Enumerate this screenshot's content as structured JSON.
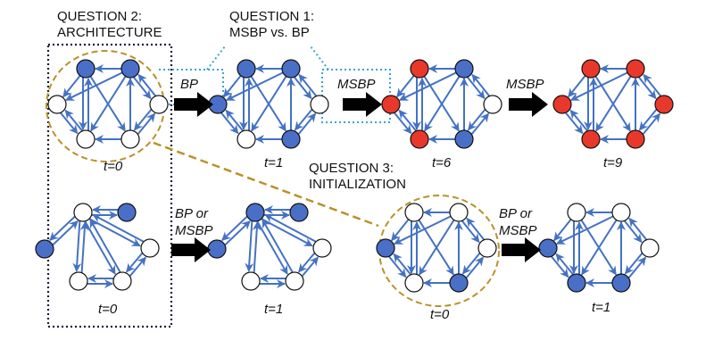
{
  "colors": {
    "edge": "#4472c4",
    "blue_node": "#4a6fc7",
    "red_node": "#e8382b",
    "white_node": "#ffffff",
    "node_stroke": "#111111",
    "arrow": "#000000",
    "gold_dash": "#b8922a",
    "cyan_dot": "#3aa3d9",
    "navy_dot": "#1a1f3a"
  },
  "questions": [
    {
      "line1": "QUESTION 2:",
      "line2": "ARCHITECTURE"
    },
    {
      "line1": "QUESTION 1:",
      "line2": "MSBP vs. BP"
    },
    {
      "line1": "QUESTION 3:",
      "line2": "INITIALIZATION"
    }
  ],
  "arrows": [
    {
      "line1": "BP",
      "line2": ""
    },
    {
      "line1": "MSBP",
      "line2": ""
    },
    {
      "line1": "MSBP",
      "line2": ""
    },
    {
      "line1": "BP or",
      "line2": "MSBP"
    },
    {
      "line1": "BP or",
      "line2": "MSBP"
    }
  ],
  "graphs": [
    {
      "id": "top-t0",
      "time": "t=0",
      "nodes": [
        "blue",
        "blue",
        "white",
        "white",
        "white",
        "white"
      ]
    },
    {
      "id": "top-t1",
      "time": "t=1",
      "nodes": [
        "blue",
        "blue",
        "white",
        "blue",
        "white",
        "blue"
      ]
    },
    {
      "id": "top-t6",
      "time": "t=6",
      "nodes": [
        "red",
        "blue",
        "white",
        "blue",
        "red",
        "red"
      ]
    },
    {
      "id": "top-t9",
      "time": "t=9",
      "nodes": [
        "red",
        "red",
        "red",
        "red",
        "red",
        "red"
      ]
    },
    {
      "id": "bl-t0",
      "time": "t=0",
      "nodes": [
        "white",
        "blue",
        "white",
        "white",
        "white",
        "blue"
      ]
    },
    {
      "id": "bl-t1",
      "time": "t=1",
      "nodes": [
        "blue",
        "blue",
        "white",
        "white",
        "white",
        "blue"
      ]
    },
    {
      "id": "br-t0",
      "time": "t=0",
      "nodes": [
        "white",
        "white",
        "white",
        "blue",
        "white",
        "blue"
      ]
    },
    {
      "id": "br-t1",
      "time": "t=1",
      "nodes": [
        "white",
        "white",
        "white",
        "blue",
        "blue",
        "blue"
      ]
    }
  ]
}
